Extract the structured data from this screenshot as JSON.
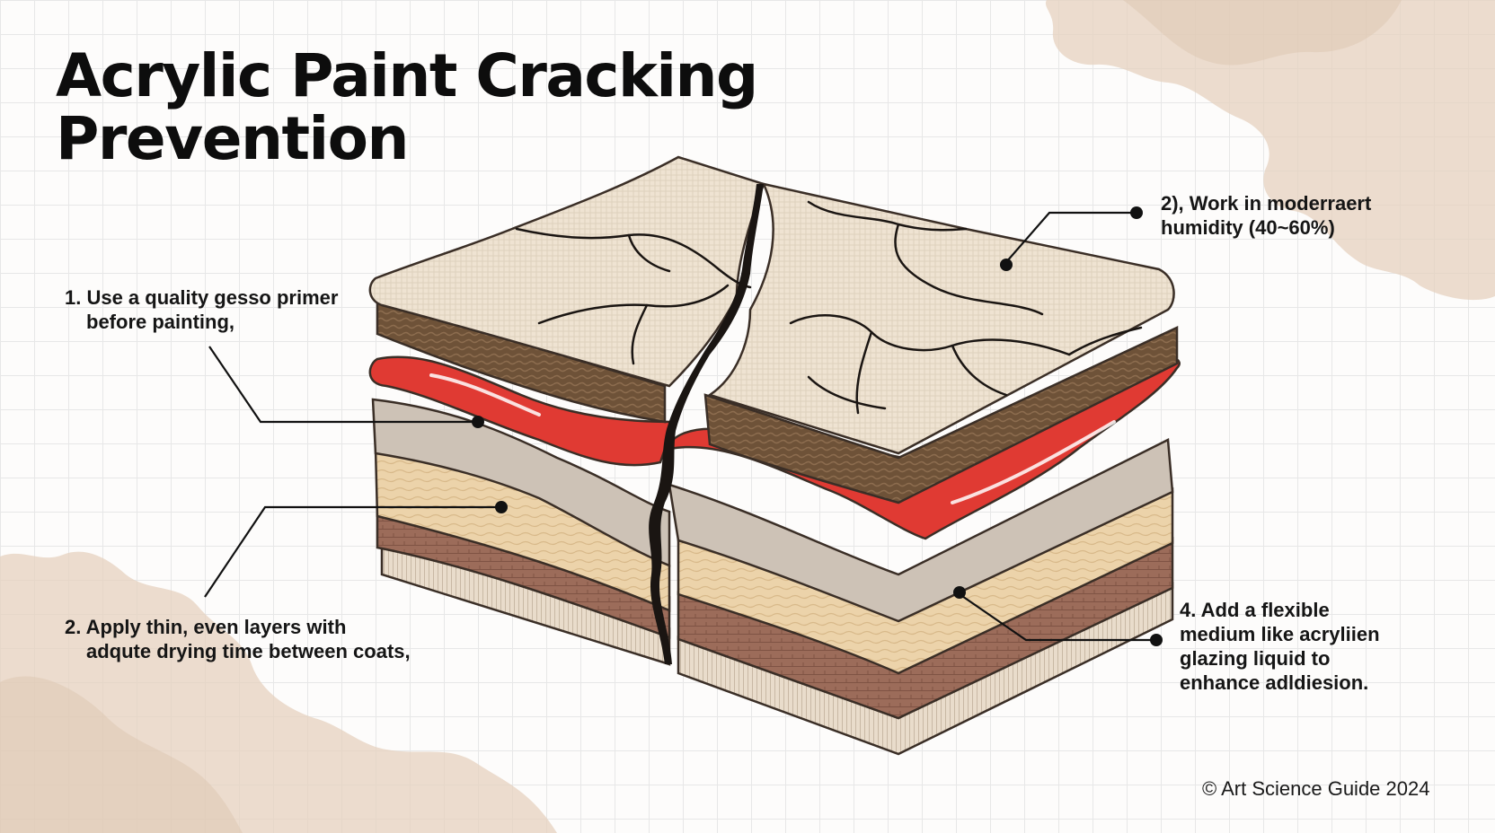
{
  "title": {
    "line1": "Acrylic Paint Cracking",
    "line2": "Prevention"
  },
  "callouts": [
    {
      "id": "1",
      "lines": [
        "1. Use a quality gesso primer",
        "before painting,"
      ]
    },
    {
      "id": "2",
      "lines": [
        "2. Apply thin, even layers with",
        "adqute drying time between coats,"
      ]
    },
    {
      "id": "3",
      "lines": [
        "2), Work in moderraert",
        "humidity (40~60%)"
      ]
    },
    {
      "id": "4",
      "lines": [
        "4. Add a flexible",
        "medium like acryliien",
        "glazing liquid to",
        "enhance adldiesion."
      ]
    }
  ],
  "footer": "© Art Science Guide 2024",
  "colors": {
    "paint_red": "#e03a33",
    "gesso_top": "#efe3d2",
    "ground_brown": "#6e5238",
    "primer_grey": "#cdc2b6",
    "canvas_tan": "#ecd3aa",
    "base_brown": "#9c6c5a",
    "stain": "#e3cdb8",
    "crack": "#1a1512"
  }
}
